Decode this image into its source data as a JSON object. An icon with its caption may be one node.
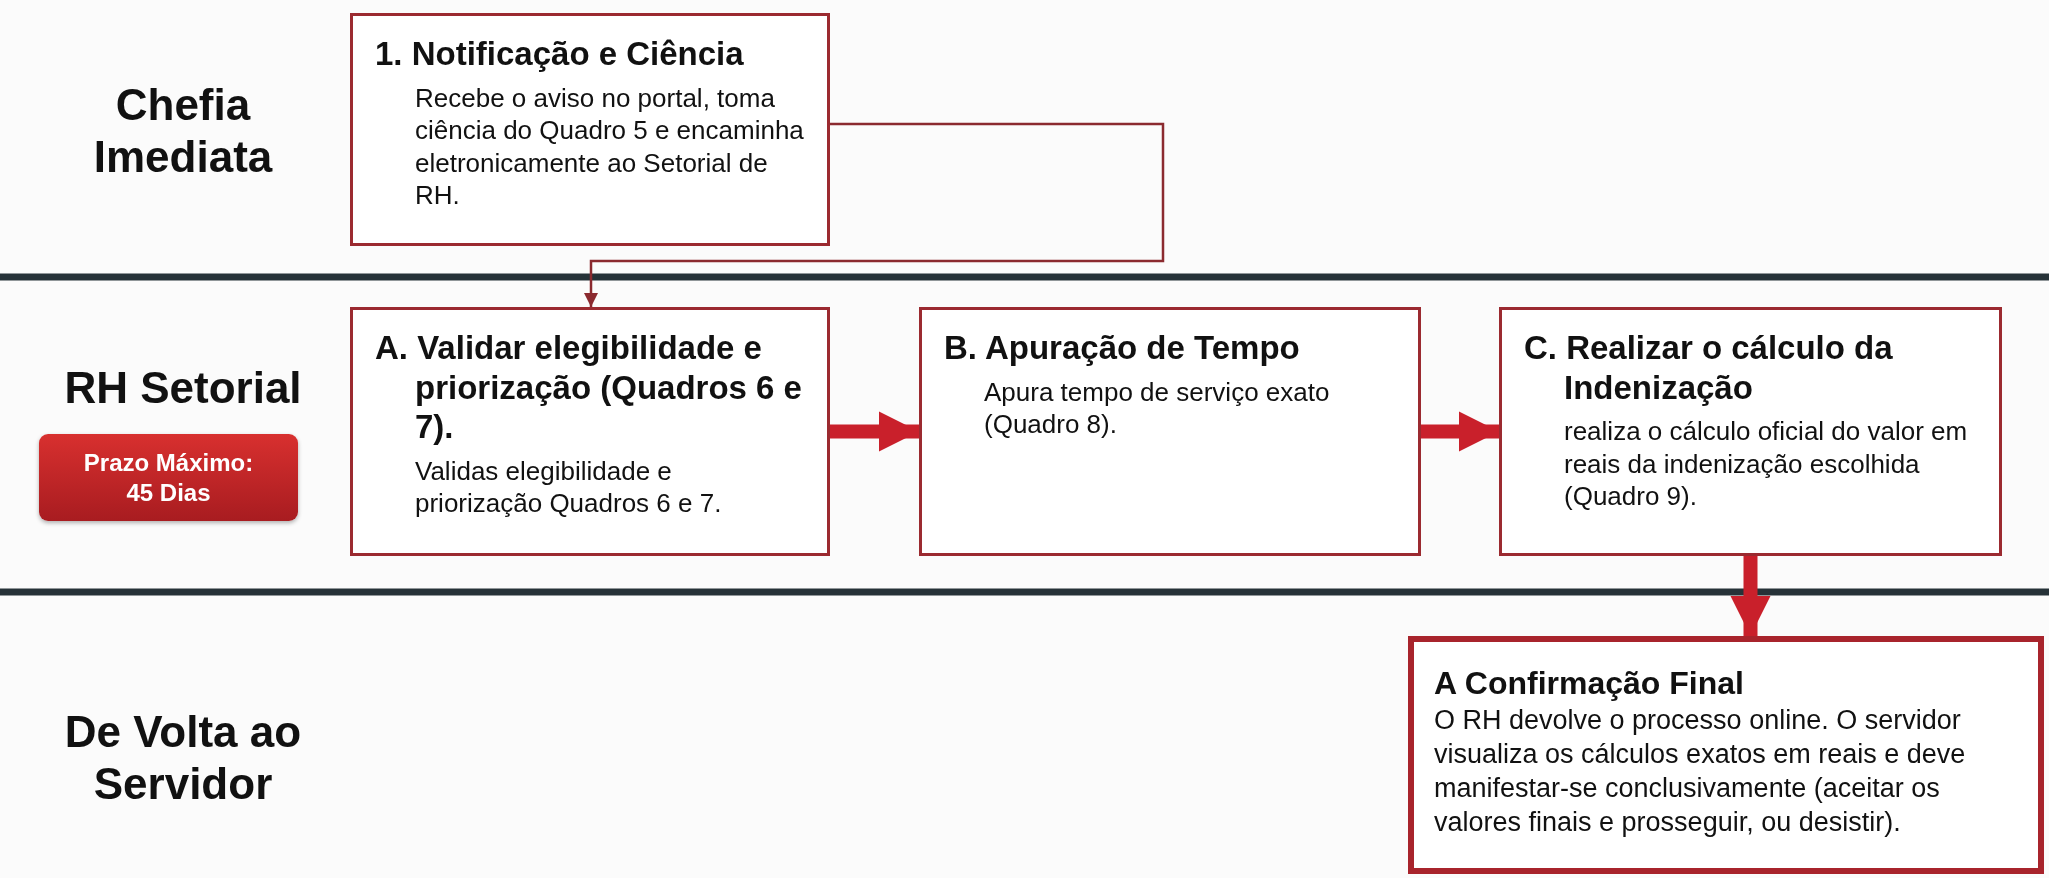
{
  "diagram": {
    "nodes": [
      {
        "text": [
          "1. Notificação e Ciência",
          "Recebe o aviso no portal, toma ciência do Quadro 5 e encaminha eletronicamente ao Setorial de RH."
        ]
      },
      {
        "text": [
          "Prazo Máximo: 45 Dias"
        ]
      },
      {
        "text": [
          "A. Validar elegibilidade e priorização (Quadros 6 e 7).",
          "Validas elegibilidade e priorização Quadros 6 e 7."
        ]
      },
      {
        "text": [
          "B. Apuração de Tempo",
          "Apura tempo de serviço exato (Quadro 8)."
        ]
      },
      {
        "text": [
          "C. Realizar o cálculo da Indenização",
          "realiza o cálculo oficial do valor em reais da indenização escolhida (Quadro 9)."
        ]
      },
      {
        "text": [
          "A Confirmação Final",
          "O RH devolve o processo online. O servidor visualiza os cálculos exatos em reais e deve manifestar-se conclusivamente (aceitar os valores finais e prosseguir, ou desistir)."
        ]
      }
    ],
    "edges": [
      {
        "from": 0,
        "to": 2,
        "arrow": "to",
        "color": "#8b2a2f"
      },
      {
        "from": 2,
        "to": 3,
        "arrow": "to"
      },
      {
        "from": 3,
        "to": 4,
        "arrow": "to"
      },
      {
        "from": 4,
        "to": 5,
        "arrow": "to"
      }
    ],
    "labels": [
      "Chefia Imediata",
      "RH Setorial",
      "De Volta ao Servidor"
    ]
  }
}
